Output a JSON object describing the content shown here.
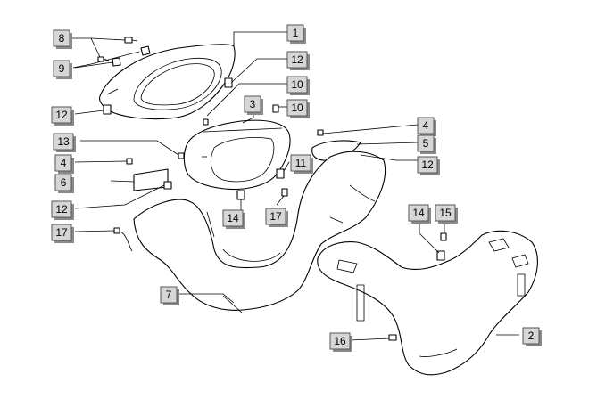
{
  "callouts": [
    {
      "id": "c1",
      "label": "1"
    },
    {
      "id": "c2",
      "label": "2"
    },
    {
      "id": "c3",
      "label": "3"
    },
    {
      "id": "c4a",
      "label": "4"
    },
    {
      "id": "c4b",
      "label": "4"
    },
    {
      "id": "c5",
      "label": "5"
    },
    {
      "id": "c6",
      "label": "6"
    },
    {
      "id": "c7",
      "label": "7"
    },
    {
      "id": "c8",
      "label": "8"
    },
    {
      "id": "c9",
      "label": "9"
    },
    {
      "id": "c10a",
      "label": "10"
    },
    {
      "id": "c10b",
      "label": "10"
    },
    {
      "id": "c11",
      "label": "11"
    },
    {
      "id": "c12a",
      "label": "12"
    },
    {
      "id": "c12b",
      "label": "12"
    },
    {
      "id": "c12c",
      "label": "12"
    },
    {
      "id": "c12d",
      "label": "12"
    },
    {
      "id": "c13",
      "label": "13"
    },
    {
      "id": "c14a",
      "label": "14"
    },
    {
      "id": "c14b",
      "label": "14"
    },
    {
      "id": "c15",
      "label": "15"
    },
    {
      "id": "c16",
      "label": "16"
    },
    {
      "id": "c17a",
      "label": "17"
    },
    {
      "id": "c17b",
      "label": "17"
    }
  ]
}
